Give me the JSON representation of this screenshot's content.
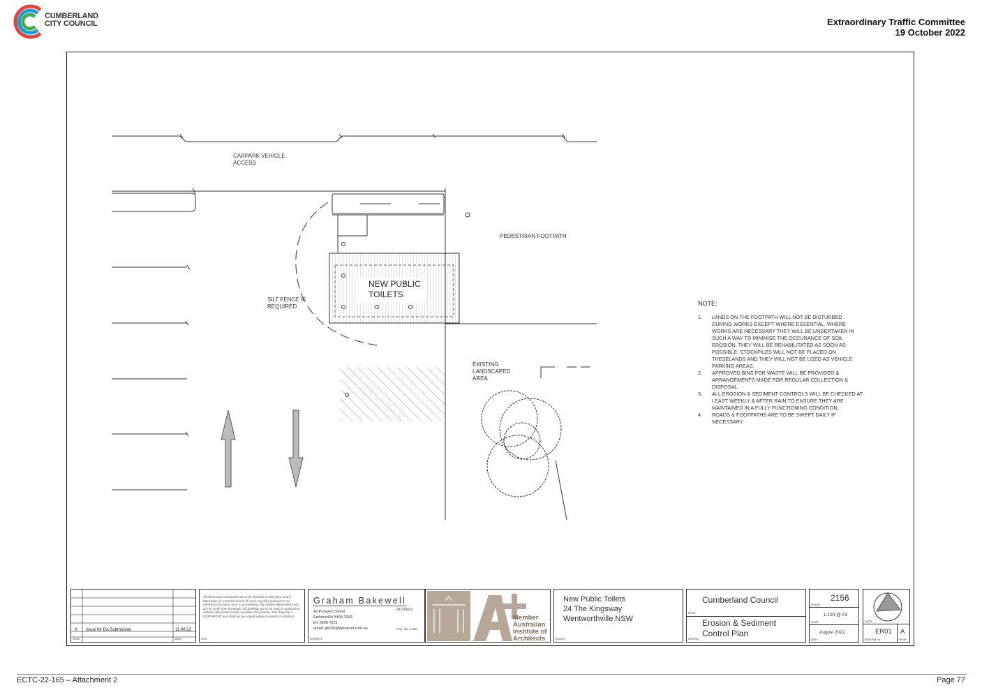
{
  "header": {
    "org_line1": "CUMBERLAND",
    "org_line2": "CITY COUNCIL",
    "meeting": "Extraordinary Traffic Committee",
    "date": "19 October 2022"
  },
  "plan": {
    "label_carpark_1": "CARPARK VEHICLE",
    "label_carpark_2": "ACCESS",
    "label_footpath": "PEDESTRIAN FOOTPATH",
    "label_toilets_1": "NEW PUBLIC",
    "label_toilets_2": "TOILETS",
    "label_silt_1": "SILT FENCE IF",
    "label_silt_2": "REQUIRED",
    "label_landscape_1": "EXISTING",
    "label_landscape_2": "LANDSCAPED",
    "label_landscape_3": "AREA"
  },
  "notes": {
    "title": "NOTE:",
    "items": [
      {
        "num": "1.",
        "text": "Lands on the footpath will not be disturbed during works except where essential. Where works are necessary they will be undertaken in such a way to minimise the occurance of soil erosion. They will be rehabilitated as soon as possible. Stockpiles will not be placed on theselands and they will not be used as vehicle parking areas."
      },
      {
        "num": "2.",
        "text": "Approved bins for waste will be provided & arrangements made for regular collection & disposal."
      },
      {
        "num": "3.",
        "text": "All erosion & sediment controls will be checked at least weekly & after rain to ensure they are maintained in a fully functioning condition."
      },
      {
        "num": "4.",
        "text": "Roads & footpaths are to be swept daily if necessary."
      }
    ]
  },
  "title_block": {
    "rev_letter": "A",
    "rev_desc": "Issue for DA Submission",
    "rev_date": "11.08.22",
    "rev_col_issue": "issue",
    "rev_col_date": "date",
    "disclaimer": "All dimensions and levels are to be checked on site prior to any fabrication or commencement of work. Any discrepancies to be referred to Architect prior to proceeding. Use written dimensions only, do not scale from drawings. All drawings are to be read in conjunction with the specification and consultant documents. This drawing is COPYRIGHT and shall not be copied without consent of Architect.",
    "note_label": "note",
    "architect_name": "Graham Bakewell",
    "architect_role": "Architect",
    "architect_addr1": "45 Prospect Street",
    "architect_addr2": "Erskineville NSW 2043",
    "architect_tel": "tel: 9590 7521",
    "architect_email": "email: gb100@optusnet.com.au",
    "architect_reg": "Reg. No. 6108",
    "architect_label": "architect",
    "aia_1": "Member",
    "aia_2": "Australian",
    "aia_3": "Institute of",
    "aia_4": "Architects",
    "project_1": "New Public Toilets",
    "project_2": "24 The Kingsway",
    "project_3": "Wentworthville NSW",
    "project_label": "project",
    "client": "Cumberland Council",
    "client_label": "client",
    "drawing_1": "Erosion & Sediment",
    "drawing_2": "Control Plan",
    "drawing_label": "drawing",
    "project_no": "2156",
    "project_no_label": "project",
    "scale": "1:100 @ A3",
    "scale_label": "scale",
    "date": "August 2022",
    "date_label": "date",
    "north_label": "north",
    "drawing_no": "ER01",
    "issue": "A",
    "drawing_no_label": "drawing no.",
    "issue_label": "issue"
  },
  "footer": {
    "left": "ECTC-22-165 – Attachment 2",
    "right": "Page 77"
  }
}
